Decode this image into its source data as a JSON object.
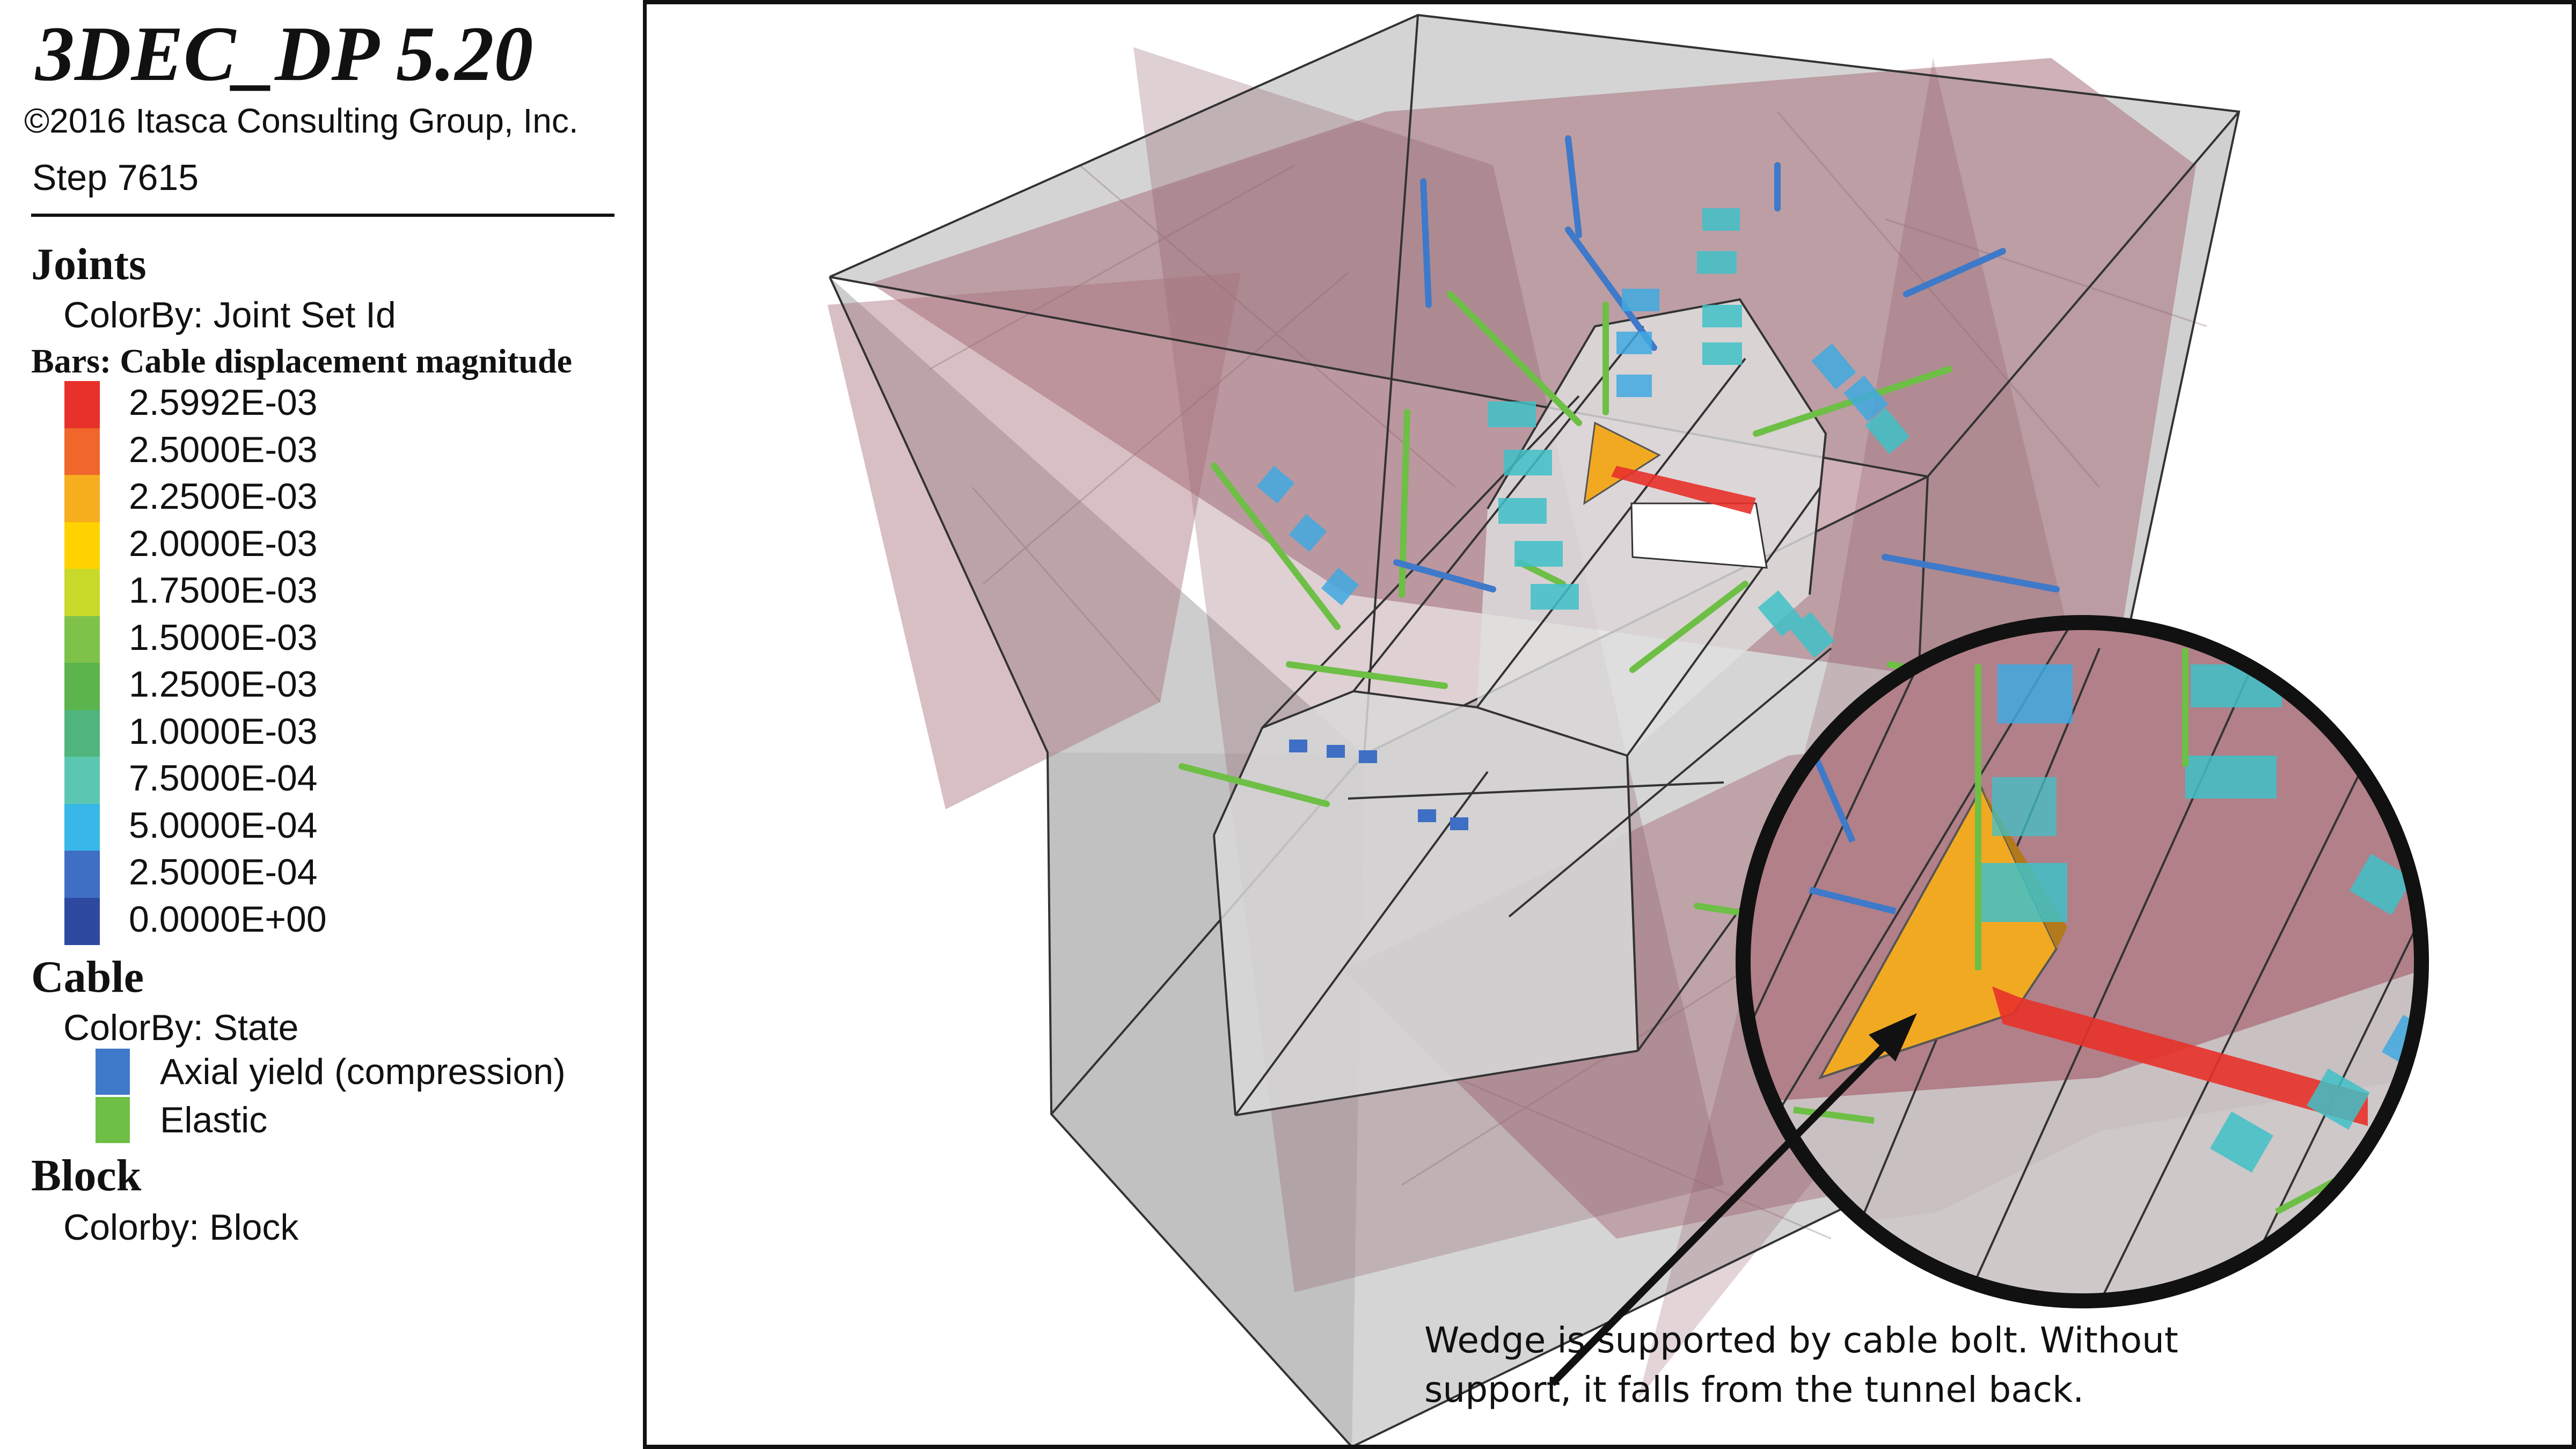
{
  "header": {
    "app_title": "3DEC_DP 5.20",
    "copyright": "©2016 Itasca Consulting Group, Inc.",
    "step": "Step 7615"
  },
  "legend": {
    "joints": {
      "title": "Joints",
      "colorby": "ColorBy: Joint Set Id"
    },
    "bars": {
      "title": "Bars: Cable displacement magnitude",
      "scale": [
        {
          "label": "2.5992E-03",
          "color": "#e8312a"
        },
        {
          "label": "2.5000E-03",
          "color": "#f0662b"
        },
        {
          "label": "2.2500E-03",
          "color": "#f6ad1e"
        },
        {
          "label": "2.0000E-03",
          "color": "#ffd200"
        },
        {
          "label": "1.7500E-03",
          "color": "#c9d929"
        },
        {
          "label": "1.5000E-03",
          "color": "#7fc24a"
        },
        {
          "label": "1.2500E-03",
          "color": "#5bb54c"
        },
        {
          "label": "1.0000E-03",
          "color": "#4fb57c"
        },
        {
          "label": "7.5000E-04",
          "color": "#5cc7b0"
        },
        {
          "label": "5.0000E-04",
          "color": "#37b8e8"
        },
        {
          "label": "2.5000E-04",
          "color": "#3f6fc4"
        },
        {
          "label": "0.0000E+00",
          "color": "#2e4aa0"
        }
      ]
    },
    "cable": {
      "title": "Cable",
      "colorby": "ColorBy: State",
      "states": [
        {
          "label": "Axial yield (compression)",
          "color": "#3f79c9"
        },
        {
          "label": "Elastic",
          "color": "#6dbf45"
        }
      ]
    },
    "block": {
      "title": "Block",
      "colorby": "Colorby: Block"
    }
  },
  "viewport": {
    "annotation_line1": "Wedge is supported by cable bolt. Without",
    "annotation_line2": "support, it falls from the tunnel back.",
    "colors": {
      "joint_plane": "#a8717c",
      "block": "#bdbdbd",
      "wedge": "#f2a922",
      "cable_elastic": "#6dbf45",
      "cable_yield": "#3f79c9",
      "bar_high": "#e8312a",
      "bar_low": "#40c1c8"
    }
  }
}
